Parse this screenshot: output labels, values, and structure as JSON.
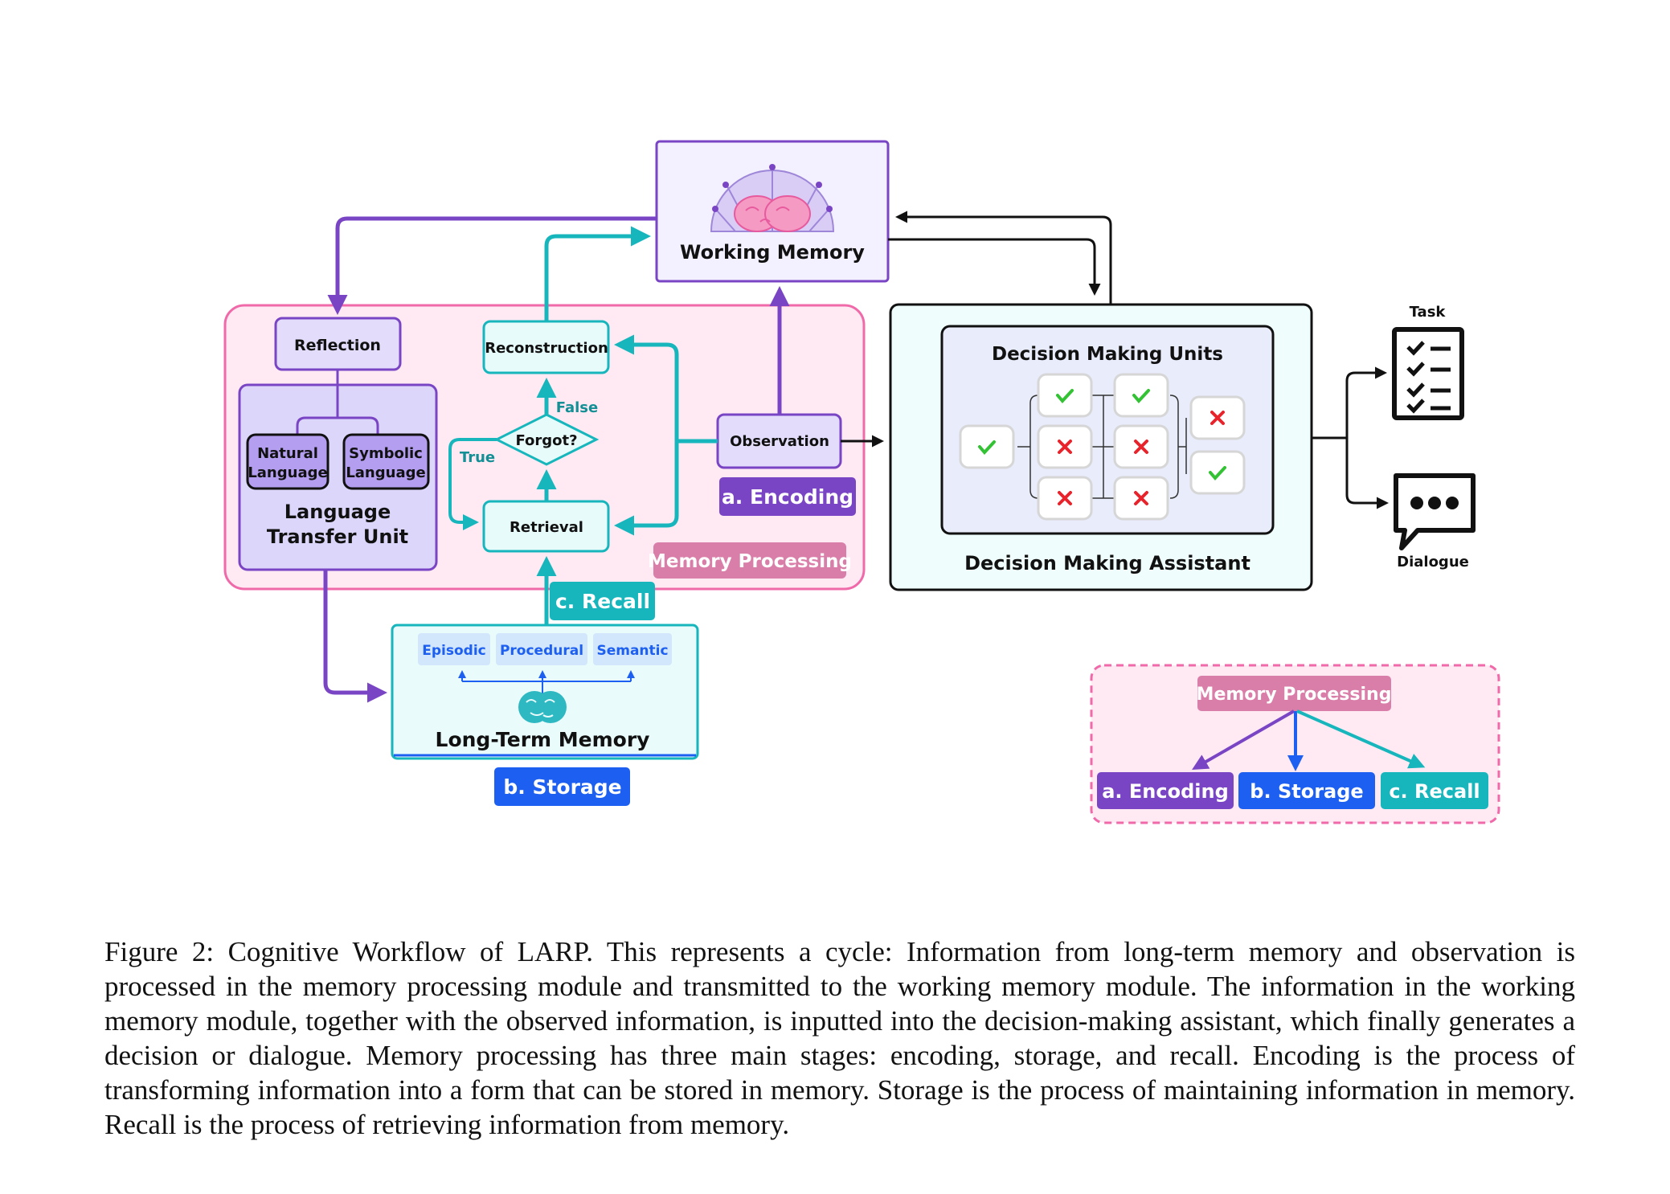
{
  "diagram": {
    "working_memory": "Working Memory",
    "memory_processing": "Memory Processing",
    "reflection": "Reflection",
    "natural_language": [
      "Natural",
      "Language"
    ],
    "symbolic_language": [
      "Symbolic",
      "Language"
    ],
    "language_transfer_unit": [
      "Language",
      "Transfer Unit"
    ],
    "reconstruction": "Reconstruction",
    "forgot": "Forgot?",
    "false_label": "False",
    "true_label": "True",
    "retrieval": "Retrieval",
    "observation": "Observation",
    "encoding_tag": "a. Encoding",
    "recall_tag": "c. Recall",
    "storage_tag": "b. Storage",
    "long_term_memory": "Long-Term Memory",
    "ltm_types": [
      "Episodic",
      "Procedural",
      "Semantic"
    ],
    "decision_making_units": "Decision Making Units",
    "decision_making_assistant": "Decision Making Assistant",
    "decision_unit_marks": [
      "check",
      "check",
      "check",
      "cross",
      "cross",
      "cross",
      "cross",
      "cross",
      "check"
    ],
    "task": "Task",
    "dialogue": "Dialogue",
    "legend": {
      "root": "Memory Processing",
      "encoding": "a. Encoding",
      "storage": "b. Storage",
      "recall": "c. Recall"
    }
  },
  "caption": "Figure 2: Cognitive Workflow of LARP. This represents a cycle: Information from long-term memory and observation is processed in the memory processing module and transmitted to the working memory module. The information in the working memory module, together with the observed information, is inputted into the decision-making assistant, which finally generates a decision or dialogue. Memory processing has three main stages: encoding, storage, and recall. Encoding is the process of transforming information into a form that can be stored in memory. Storage is the process of maintaining information in memory. Recall is the process of retrieving information from memory.",
  "colors": {
    "purple": "#7a45c4",
    "teal": "#17b6bd",
    "blue": "#1d5ff0",
    "pink": "#f06aaa",
    "mp_label_bg": "#d97ea8",
    "check_green": "#33c233",
    "cross_red": "#e8232b"
  }
}
